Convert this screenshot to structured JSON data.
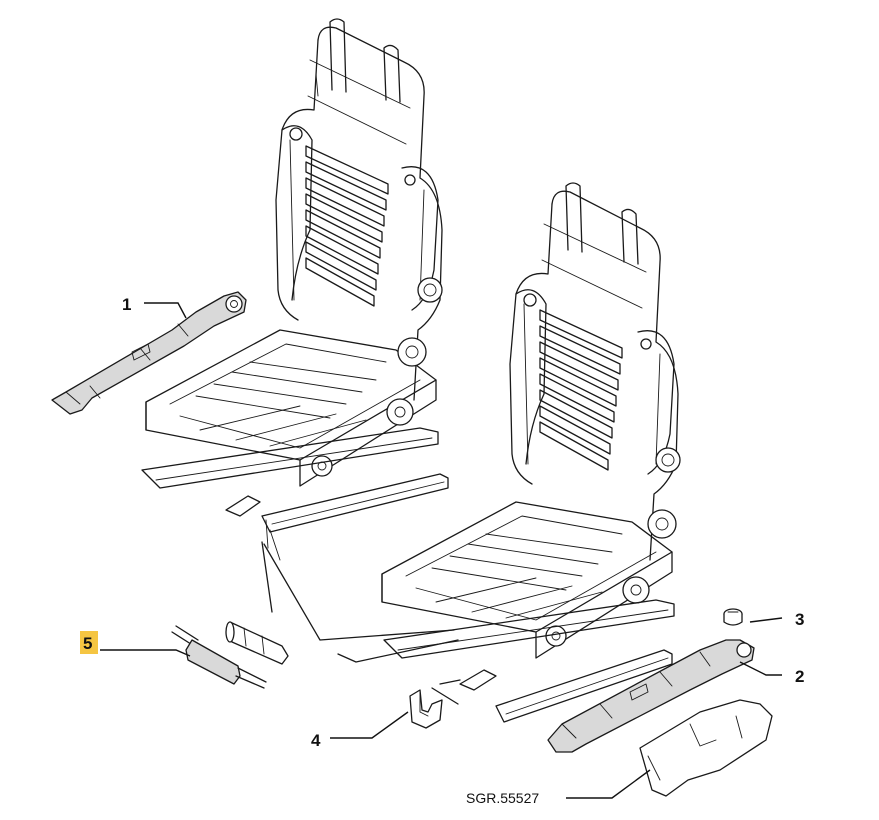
{
  "callouts": {
    "c1": "1",
    "c2": "2",
    "c3": "3",
    "c4": "4",
    "c5": "5"
  },
  "highlighted_callout": "5",
  "highlight_color": "#f5c542",
  "reference_code": "SGR.55527"
}
